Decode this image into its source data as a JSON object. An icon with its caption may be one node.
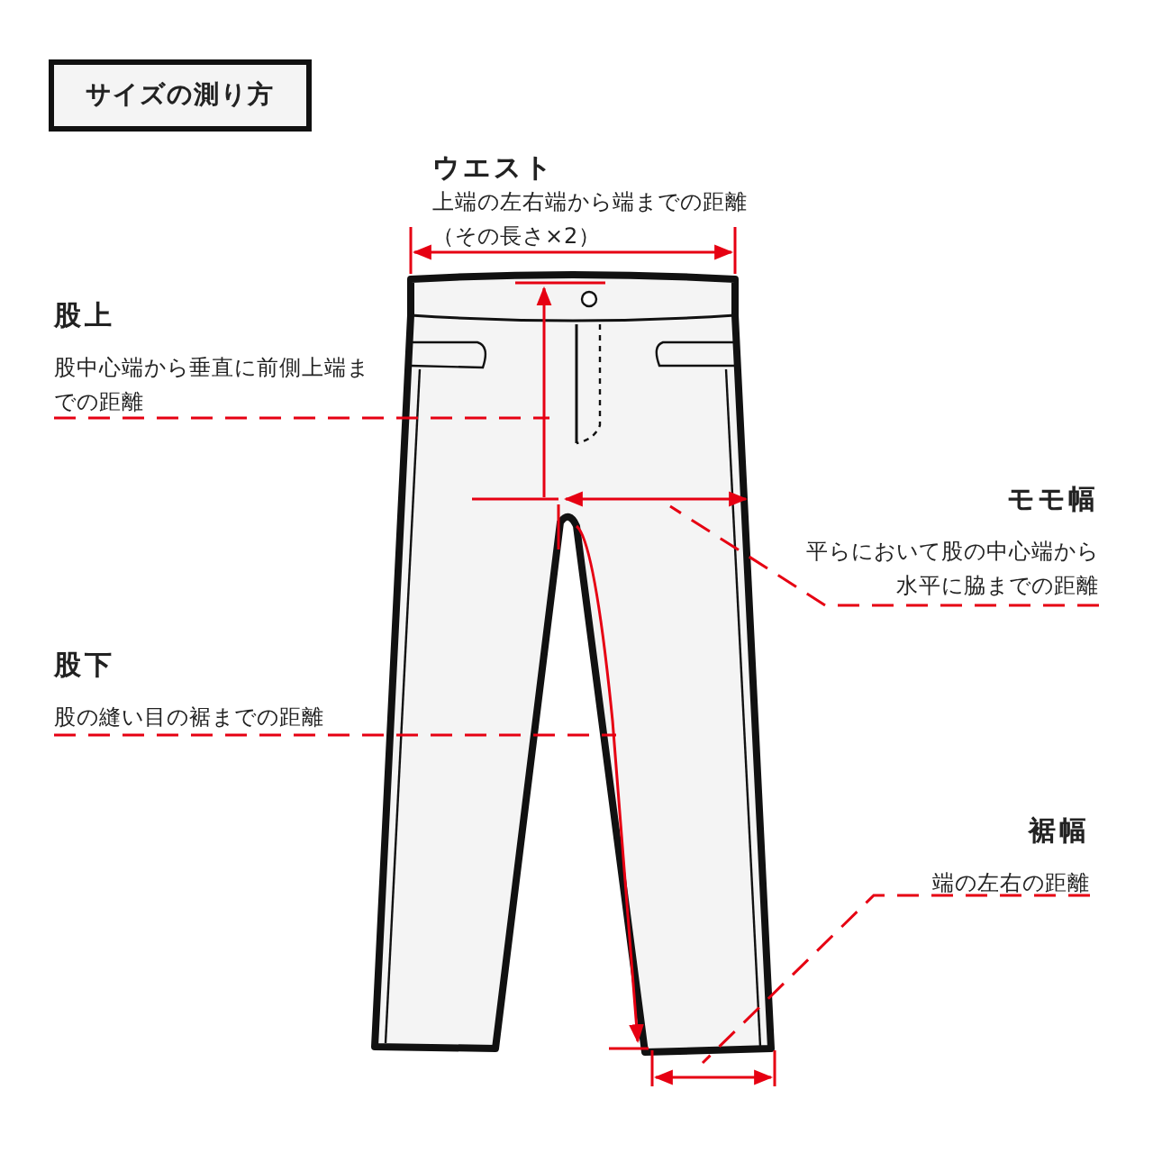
{
  "diagram": {
    "nodes": [
      {
        "text": [
          "サイズの測り方"
        ]
      },
      {
        "text": [
          "股上",
          "股中心端から垂直に前側上端までの距離"
        ]
      },
      {
        "text": [
          "モモ幅",
          "平らにおいて股の中心端から水平に脇までの距離"
        ]
      },
      {
        "text": [
          "股下",
          "股の縫い目の裾までの距離"
        ]
      },
      {
        "text": [
          "裾幅",
          "端の左右の距離"
        ]
      }
    ],
    "edges": [
      {
        "from": 1,
        "to": null,
        "arrow": "none",
        "style": "dashed"
      },
      {
        "from": 2,
        "to": null,
        "arrow": "none",
        "style": "dashed"
      },
      {
        "from": 3,
        "to": null,
        "arrow": "none",
        "style": "dashed"
      },
      {
        "from": 4,
        "to": null,
        "arrow": "none",
        "style": "dashed"
      }
    ],
    "labels": [
      "ウエスト",
      "上端の左右端から端までの距離（その長さ×2）"
    ]
  }
}
